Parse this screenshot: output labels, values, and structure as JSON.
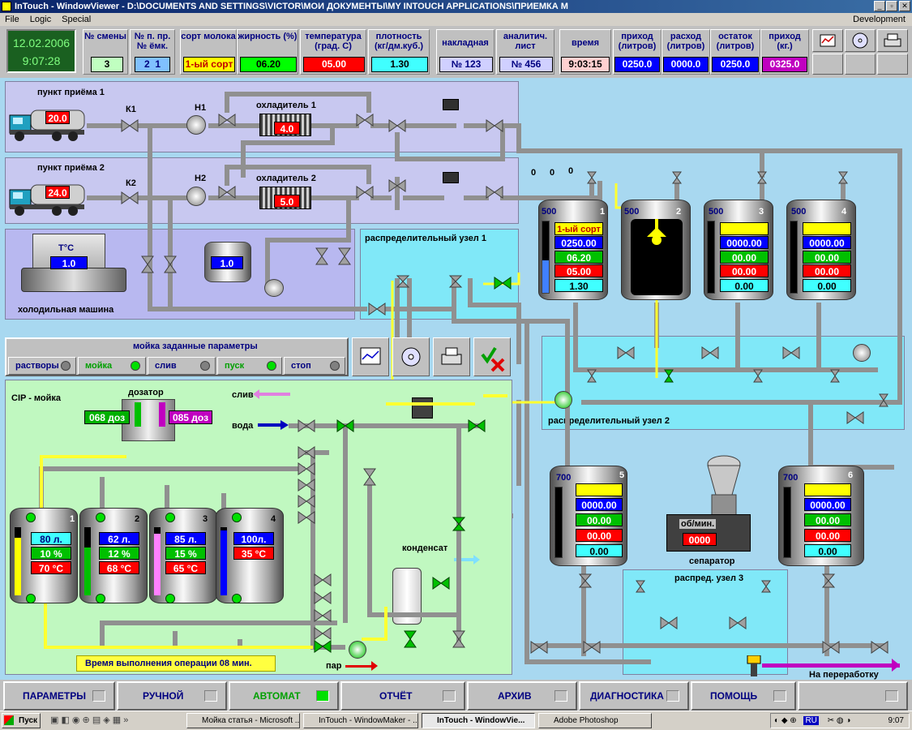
{
  "window": {
    "title": "InTouch - WindowViewer - D:\\DOCUMENTS AND SETTINGS\\VICTOR\\МОИ ДОКУМЕНТЫ\\MY INTOUCH APPLICATIONS\\ПРИЕМКА М",
    "dev_label": "Development"
  },
  "menu": [
    "File",
    "Logic",
    "Special"
  ],
  "clock": {
    "date": "12.02.2006",
    "time": "9:07:28"
  },
  "header": {
    "shift_label": "№ смены",
    "shift_value": "3",
    "pp_label": "№ п. пр. № ёмк.",
    "pp_value1": "2",
    "pp_value2": "1",
    "grade_label": "сорт молока",
    "grade_value": "1-ый сорт",
    "fat_label": "жирность (%)",
    "fat_value": "06.20",
    "temp_label": "температура (град. С)",
    "temp_value": "05.00",
    "density_label": "плотность (кг/дм.куб.)",
    "density_value": "1.30",
    "waybill_label": "накладная",
    "waybill_value": "№ 123",
    "analysis_label": "аналитич. лист",
    "analysis_value": "№ 456",
    "time_label": "время",
    "time_value": "9:03:15",
    "in_label": "приход (литров)",
    "in_value": "0250.0",
    "out_label": "расход (литров)",
    "out_value": "0000.0",
    "rest_label": "остаток (литров)",
    "rest_value": "0250.0",
    "inkg_label": "приход (кг.)",
    "inkg_value": "0325.0"
  },
  "reception": {
    "p1_label": "пункт приёма 1",
    "p1_truck_value": "20.0",
    "p2_label": "пункт приёма 2",
    "p2_truck_value": "24.0",
    "k1": "К1",
    "k2": "К2",
    "h1": "Н1",
    "h2": "Н2",
    "cooler1_label": "охладитель 1",
    "cooler1_value": "4.0",
    "cooler2_label": "охладитель 2",
    "cooler2_value": "5.0",
    "fridge_label": "холодильная машина",
    "fridge_temp_label": "T°C",
    "fridge_value": "1.0",
    "buffer_value": "1.0"
  },
  "nodes": {
    "node1": "распределительный узел 1",
    "node2": "распределительный узел 2",
    "node3": "распред. узел 3",
    "zeros": [
      "0",
      "0",
      "0"
    ]
  },
  "tanks": [
    {
      "id": "1",
      "cap": "500",
      "grade": "1-ый сорт",
      "vol": "0250.00",
      "fat": "06.20",
      "temp": "05.00",
      "dens": "1.30"
    },
    {
      "id": "2",
      "cap": "500"
    },
    {
      "id": "3",
      "cap": "500",
      "vol": "0000.00",
      "fat": "00.00",
      "temp": "00.00",
      "dens": "0.00"
    },
    {
      "id": "4",
      "cap": "500",
      "vol": "0000.00",
      "fat": "00.00",
      "temp": "00.00",
      "dens": "0.00"
    },
    {
      "id": "5",
      "cap": "700",
      "vol": "0000.00",
      "fat": "00.00",
      "temp": "00.00",
      "dens": "0.00"
    },
    {
      "id": "6",
      "cap": "700",
      "vol": "0000.00",
      "fat": "00.00",
      "temp": "00.00",
      "dens": "0.00"
    }
  ],
  "separator": {
    "label": "сепаратор",
    "rpm_label": "об/мин.",
    "rpm_value": "0000"
  },
  "wash": {
    "title": "мойка заданные параметры",
    "buttons": [
      "растворы",
      "мойка",
      "слив",
      "пуск",
      "стоп"
    ],
    "cip_label": "CIP - мойка",
    "doser_label": "дозатор",
    "doser1": "068 доз",
    "doser2": "085 доз",
    "drain_label": "слив",
    "water_label": "вода",
    "steam_label": "пар",
    "condensate_label": "конденсат",
    "op_time": "Время выполнения операции 08  мин.",
    "ctanks": [
      {
        "id": "1",
        "vol": "80  л.",
        "pct": "10  %",
        "temp": "70 °C"
      },
      {
        "id": "2",
        "vol": "62  л.",
        "pct": "12  %",
        "temp": "68 °C"
      },
      {
        "id": "3",
        "vol": "85  л.",
        "pct": "15  %",
        "temp": "65 °C"
      },
      {
        "id": "4",
        "vol": "100л.",
        "temp": "35 °C"
      }
    ]
  },
  "to_processing": "На переработку",
  "bottom": [
    "ПАРАМЕТРЫ",
    "РУЧНОЙ",
    "АВТОМАТ",
    "ОТЧЁТ",
    "АРХИВ",
    "ДИАГНОСТИКА",
    "ПОМОЩЬ"
  ],
  "taskbar": {
    "start": "Пуск",
    "items": [
      "Мойка статья - Microsoft ...",
      "InTouch - WindowMaker - ...",
      "InTouch - WindowVie...",
      "Adobe Photoshop"
    ],
    "clock": "9:07",
    "lang": "RU"
  },
  "colors": {
    "bg_schema": "#a8d8f0",
    "zone_lilac": "#c8c8f0",
    "zone_cyan": "#80e8f8",
    "zone_green": "#c0f8c0"
  }
}
